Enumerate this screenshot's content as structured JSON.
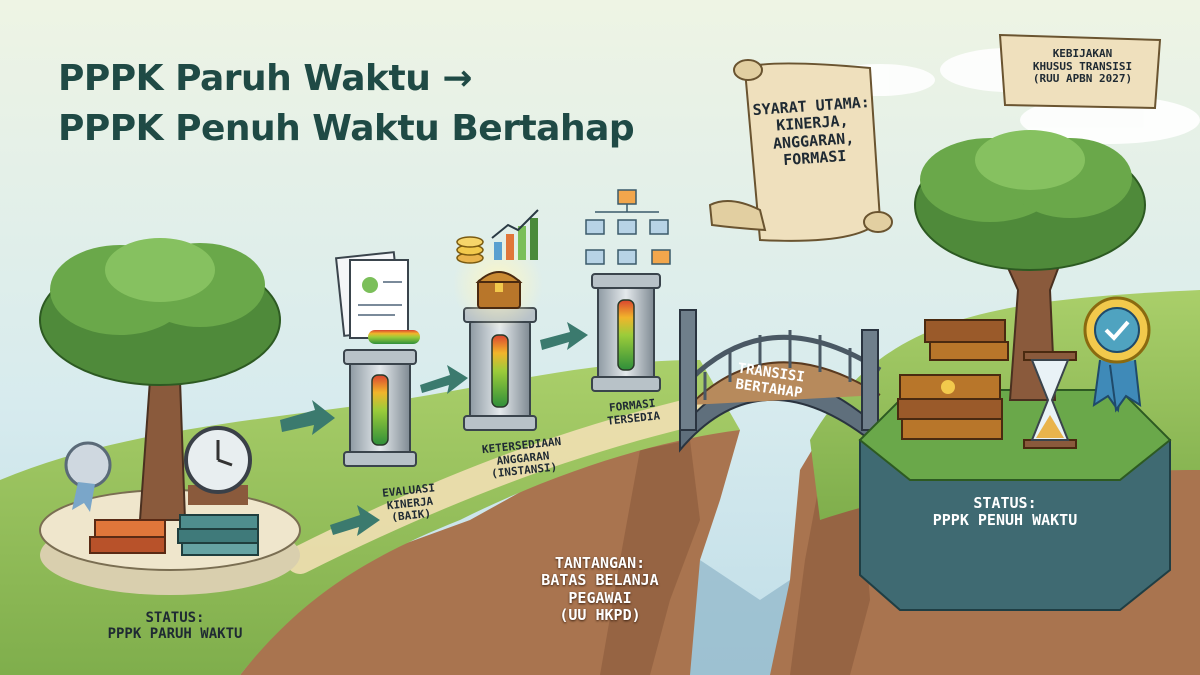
{
  "title": {
    "line1": "PPPK Paruh Waktu →",
    "line2": "PPPK Penuh Waktu Bertahap"
  },
  "policy_note": "KEBIJAKAN\nKHUSUS TRANSISI\n(RUU APBN 2027)",
  "requirements_scroll": "SYARAT UTAMA:\nKINERJA,\nANGGARAN,\nFORMASI",
  "status_start": "STATUS:\nPPPK PARUH WAKTU",
  "status_end": "STATUS:\nPPPK PENUH WAKTU",
  "steps": [
    {
      "label": "EVALUASI\nKINERJA\n(BAIK)"
    },
    {
      "label": "KETERSEDIAAN\nANGGARAN\n(INSTANSI)"
    },
    {
      "label": "FORMASI\nTERSEDIA"
    }
  ],
  "bridge_label": "TRANSISI\nBERTAHAP",
  "challenge": "TANTANGAN:\nBATAS BELANJA\nPEGAWAI\n(UU HKPD)",
  "colors": {
    "title": "#1f4a45",
    "grass": "#9cc563",
    "cliff": "#a9744f",
    "accent": "#3b7a6e"
  },
  "icons": [
    "tree-icon",
    "clock-icon",
    "books-icon",
    "medal-icon",
    "documents-icon",
    "coins-icon",
    "treasure-chest-icon",
    "bar-chart-icon",
    "org-chart-icon",
    "hourglass-icon",
    "check-badge-icon",
    "arrow-icon"
  ]
}
